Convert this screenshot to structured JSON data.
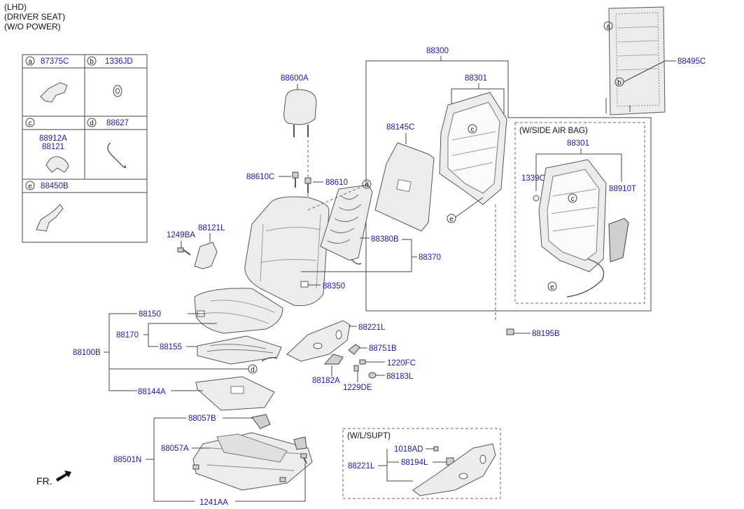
{
  "header": {
    "line1": "(LHD)",
    "line2": "(DRIVER SEAT)",
    "line3": "(W/O POWER)"
  },
  "legend": {
    "a": {
      "letter": "a",
      "part": "87375C"
    },
    "b": {
      "letter": "b",
      "part": "1336JD"
    },
    "c": {
      "letter": "c",
      "part1": "88912A",
      "part2": "88121"
    },
    "d": {
      "letter": "d",
      "part": "88627"
    },
    "e": {
      "letter": "e",
      "part": "88450B"
    }
  },
  "callouts": {
    "p88300": "88300",
    "p88495C": "88495C",
    "p88600A": "88600A",
    "p88301": "88301",
    "p88145C": "88145C",
    "p88610C": "88610C",
    "p88610": "88610",
    "p88121L": "88121L",
    "p1249BA": "1249BA",
    "p88380B": "88380B",
    "p88370": "88370",
    "p88350": "88350",
    "p88150": "88150",
    "p88170": "88170",
    "p88155": "88155",
    "p88100B": "88100B",
    "p88221L": "88221L",
    "p88751B": "88751B",
    "p1220FC": "1220FC",
    "p88182A": "88182A",
    "p1229DE": "1229DE",
    "p88183L": "88183L",
    "p88195B": "88195B",
    "p88144A": "88144A",
    "p88057B": "88057B",
    "p88057A": "88057A",
    "p88501N": "88501N",
    "p1241AA": "1241AA"
  },
  "sideairbag": {
    "title": "(W/SIDE AIR BAG)",
    "p88301": "88301",
    "p1339CC": "1339CC",
    "p88910T": "88910T"
  },
  "lumbar": {
    "title": "(W/L/SUPT)",
    "p1018AD": "1018AD",
    "p88221L": "88221L",
    "p88194L": "88194L"
  },
  "markers": {
    "a": "a",
    "b": "b",
    "c": "c",
    "d": "d",
    "e": "e"
  },
  "front_label": "FR."
}
